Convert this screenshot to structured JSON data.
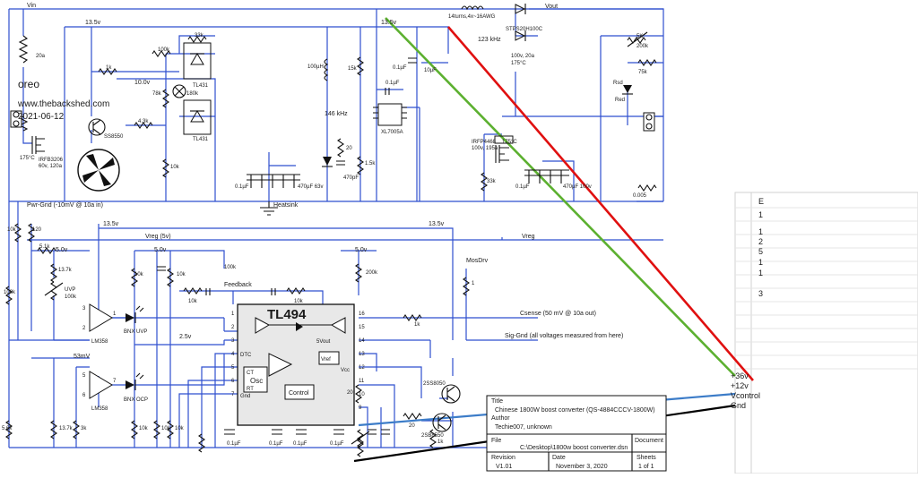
{
  "author_block": {
    "name": "oreo",
    "website": "www.thebackshed.com",
    "date": "2021-06-12"
  },
  "nets": {
    "vin": "Vin",
    "v135_a": "13.5v",
    "v135_b": "13.5v",
    "v135_c": "13.5v",
    "v135_d": "13.5v",
    "v100": "10.0v",
    "vout": "Vout",
    "pwr_gnd": "Pwr-Gnd (-10mV @ 10a in)",
    "heatsink": "Heatsink",
    "vreg_left": "Vreg (5v)",
    "vreg_right": "Vreg",
    "v50_a": "5.0v",
    "v50_b": "5.0v",
    "v50_c": "5.0v",
    "feedback": "Feedback",
    "mosdrv": "MosDrv",
    "csense": "Csense (50 mV @ 10a out)",
    "sig_gnd": "Sig-Gnd (all voltages measured from here)",
    "v25": "2.5v",
    "mv53": "53mV",
    "f146": "146 kHz",
    "f123": "123 kHz",
    "v5out": "5Vout"
  },
  "components": {
    "r20a": "20a",
    "r1k": "1k",
    "r100k_a": "100k",
    "r33k_a": "33k",
    "r78k": "78k",
    "r180k": "180k",
    "tl431_a": "TL431",
    "tl431_b": "TL431",
    "r4k3": "4.3k",
    "q_ss8550": "SS8550",
    "r10k_a": "10k",
    "temp_a": "175°C",
    "mos_a_name": "IRFB3206",
    "mos_a_spec": "60v, 120a",
    "inductor": "14turns,4x~16AWG",
    "diode_main": "STPS20H100C",
    "diode_spec": "100v, 20a",
    "temp_diode": "175°C",
    "l100u": "100µH",
    "r15k": "15k",
    "c100n_a": "0.1µF",
    "c0u1": "0.1µF",
    "xl7005": "XL7005A",
    "r20": "20",
    "r1k5": "1.5k",
    "c470p": "470pF",
    "c10u": "10µF",
    "c0u1_b": "0.1µF",
    "c470u": "470µF 63v",
    "mos_b_name": "IRFP4468",
    "mos_b_spec": "100v, 195a",
    "temp_b": "175°C",
    "r33k_b": "33k",
    "c0u1_c": "0.1µF",
    "c_out": "470µF 100v",
    "r5k": "5K",
    "r200k_a": "200k",
    "r75k": "75k",
    "red_led": "Red",
    "red_led_label": "Rsd",
    "r0005": "0.005",
    "r10k_b": "10k",
    "r120": "120",
    "r5k1": "5.1k",
    "r13k7_a": "13.7k",
    "uvp": "UVP",
    "r100k_b": "100k",
    "r100k_c": "100k",
    "lm358_a": "LM358",
    "led_uvp": "BNX UVP",
    "lm358_b": "LM358",
    "led_ocp": "BNX OCP",
    "r10k_c": "10k",
    "r10k_d": "10k",
    "r10k_e": "10k",
    "r10k_f": "10k",
    "r100k_d": "100k",
    "tl494": "TL494",
    "r200k_b": "200k",
    "r1": "1",
    "r1k_b": "1k",
    "r20_b": "20",
    "r1k_c": "1k",
    "q_ss8050": "2SS8050",
    "q_ss8550_b": "2SB8550",
    "r5k6": "5.6k",
    "r13k7_b": "13.7k",
    "r3k": "3k",
    "r10k_g": "10k",
    "c01_a": "0.1µF",
    "c01_b": "0.1µF",
    "c01_c": "0.1µF",
    "c01_d": "0.1µF",
    "r10k_h": "10k",
    "r10k_i": "10k"
  },
  "tl494": {
    "pins_left": [
      "1",
      "2",
      "3",
      "4",
      "5",
      "6",
      "7"
    ],
    "pins_right": [
      "16",
      "15",
      "14",
      "13",
      "12",
      "11",
      "10",
      "9"
    ],
    "blocks": {
      "vref": "Vref",
      "osc": "Osc",
      "ct": "CT",
      "rt": "RT",
      "dtc": "DTC",
      "gnd": "Gnd",
      "control": "Control",
      "vcc": "Vcc"
    }
  },
  "comparators": {
    "a_pins": [
      "3",
      "2",
      "1"
    ],
    "b_pins": [
      "5",
      "6",
      "7"
    ]
  },
  "external_labels": {
    "v36": "+36v",
    "v12": "+12v",
    "vcontrol": "Vcontrol",
    "gnd": "Gnd"
  },
  "spreadsheet": {
    "cells": [
      "E",
      "1",
      "1",
      "2",
      "5",
      "1",
      "1",
      "3"
    ]
  },
  "title_block": {
    "title_label": "Title",
    "title": "Chinese 1800W boost converter (QS-4884CCCV-1800W)",
    "author_label": "Author",
    "author": "Techie007, unknown",
    "file_label": "File",
    "file": "C:\\Desktop\\1800w boost converter.dsn",
    "document_label": "Document",
    "revision_label": "Revision",
    "revision": "V1.01",
    "date_label": "Date",
    "date": "November 3, 2020",
    "sheets_label": "Sheets",
    "sheets": "1 of 1"
  },
  "colors": {
    "wire": "#2f4fcf",
    "overlay_red": "#e01010",
    "overlay_green": "#5cb030",
    "overlay_blue": "#3c7cc8",
    "overlay_black": "#000000"
  }
}
